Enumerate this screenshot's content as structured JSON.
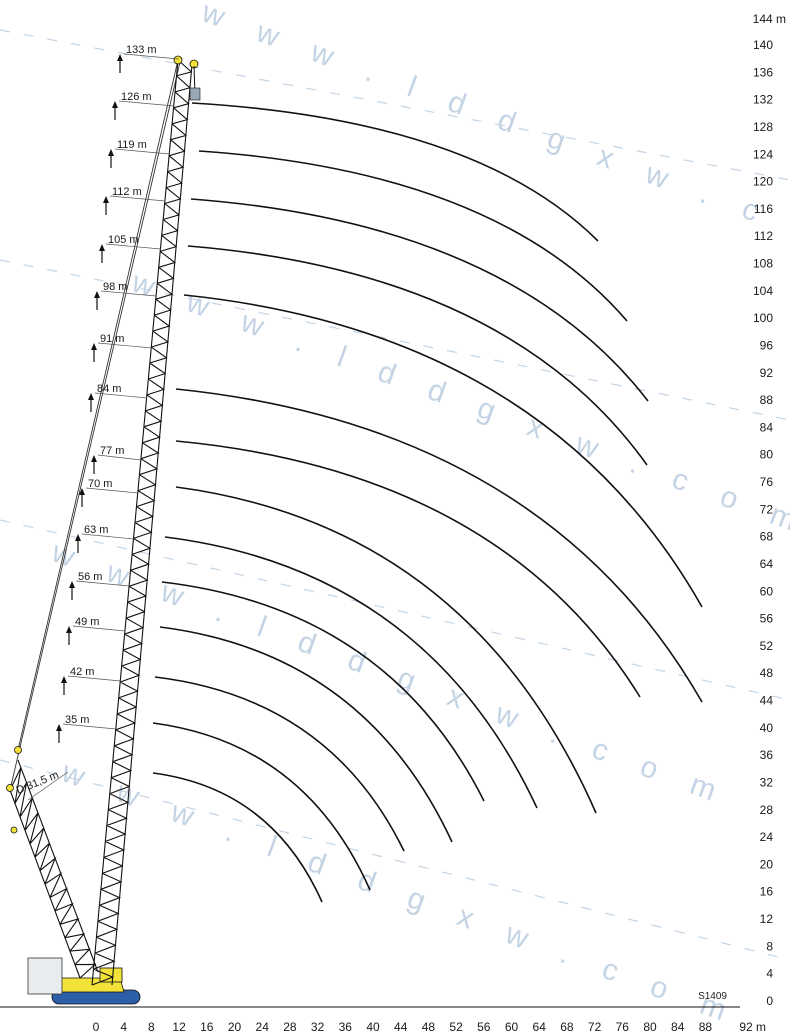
{
  "y_axis": {
    "unit_label": "144 m",
    "ticks": [
      "140",
      "136",
      "132",
      "128",
      "124",
      "120",
      "116",
      "112",
      "108",
      "104",
      "100",
      "96",
      "92",
      "88",
      "84",
      "80",
      "76",
      "72",
      "68",
      "64",
      "60",
      "56",
      "52",
      "48",
      "44",
      "40",
      "36",
      "32",
      "28",
      "24",
      "20",
      "16",
      "12",
      "8",
      "4",
      "0"
    ]
  },
  "x_axis": {
    "ticks": [
      "0",
      "4",
      "8",
      "12",
      "16",
      "20",
      "24",
      "28",
      "32",
      "36",
      "40",
      "44",
      "48",
      "52",
      "56",
      "60",
      "64",
      "68",
      "72",
      "76",
      "80",
      "84",
      "88"
    ],
    "unit_label": "92 m"
  },
  "boom_lengths": [
    "133 m",
    "126 m",
    "119 m",
    "112 m",
    "105 m",
    "98 m",
    "91 m",
    "84 m",
    "77 m",
    "70 m",
    "63 m",
    "56 m",
    "49 m",
    "42 m",
    "35 m"
  ],
  "derrick_label": "D 31,5 m",
  "figure_code": "S1409",
  "watermark": {
    "text": "w w w . l d d g x w . c o m"
  },
  "colors": {
    "crane_yellow": "#f2e23a",
    "crane_blue": "#2d5fa8",
    "watermark": "#c4d4e4",
    "line": "#111111"
  },
  "icons": [
    "crawler-crane-icon"
  ]
}
